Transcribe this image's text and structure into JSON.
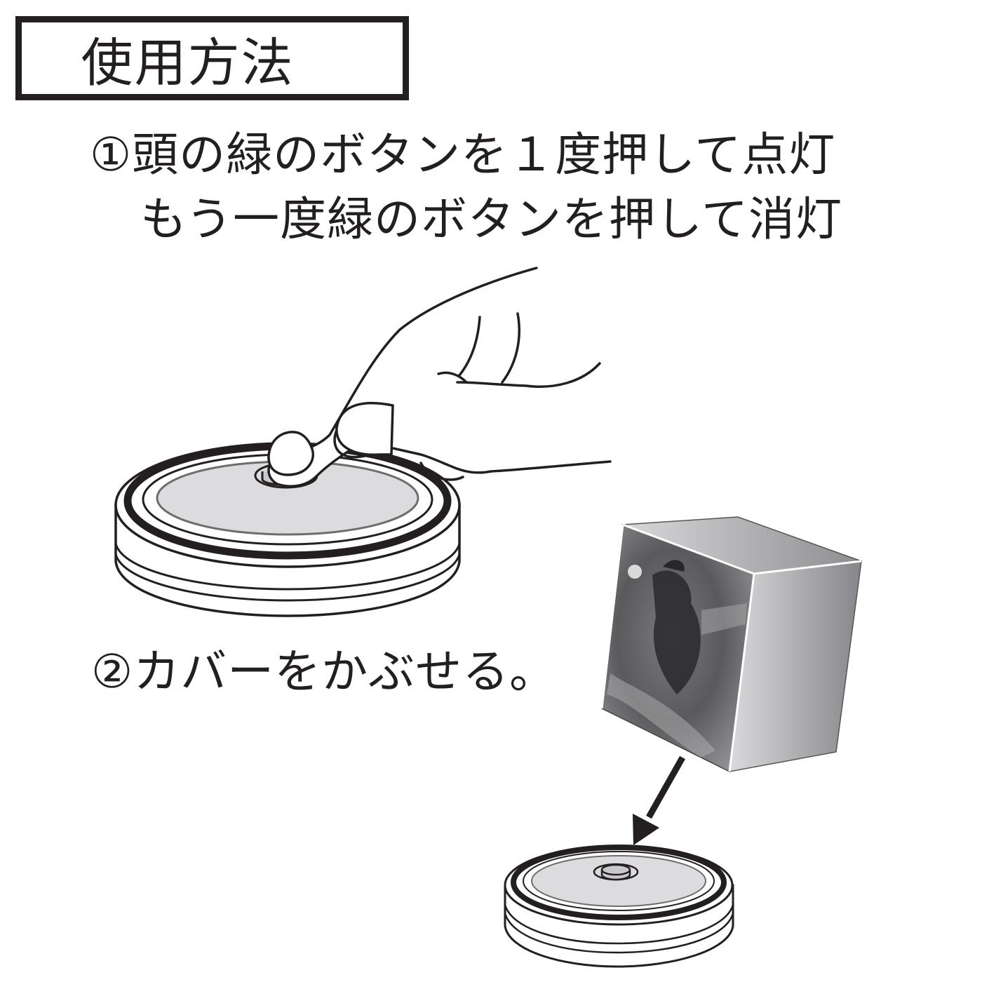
{
  "header": {
    "title": "使用方法"
  },
  "steps": [
    {
      "number": "①",
      "lines": [
        "①頭の緑のボタンを１度押して点灯",
        "もう一度緑のボタンを押して消灯"
      ]
    },
    {
      "number": "②",
      "lines": [
        "②カバーをかぶせる。"
      ]
    }
  ],
  "illustrations": {
    "step1": "hand-pressing-button-on-light-base",
    "step2": "cube-cover-with-arrow-onto-light-base"
  },
  "colors": {
    "ink": "#231f20",
    "disc": "#dcdcde",
    "button": "#c8c8ca",
    "cube_top": "#b8b8ba",
    "cube_side_light": "#d4d4d6",
    "cube_side_dark": "#8a8a8c"
  }
}
